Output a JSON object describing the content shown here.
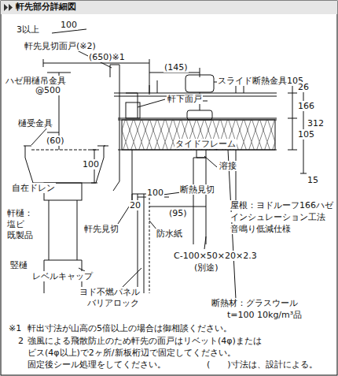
{
  "diagram": {
    "title": "軒先部分詳細図",
    "labels": [
      "3以上",
      "100",
      "軒先見切面戸(※2)",
      "(650)※1",
      "ハゼ用樋吊金具",
      "@500",
      "(145)",
      "スライド断熱金具105",
      "軒下面戸",
      "26",
      "樋受金具",
      "(60)",
      "166",
      "312",
      "タイドフレーム",
      "溶接",
      "105",
      "15",
      "100",
      "自在ドレン",
      "断熱見切",
      "(95)",
      "屋根：ヨドルーフ166ハゼ",
      "インシュレーション工法",
      "音鳴り低減仕様",
      "軒樋：",
      "塩ビ",
      "既製品",
      "軒先見切",
      "20",
      "100",
      "防水紙",
      "C-100×50×20×2.3",
      "(別途)",
      "竪樋",
      "レベルキャップ",
      "ヨド不燃パネル",
      "バリアロック",
      "断熱材：グラスウール",
      "t=100 10kg/m³品",
      "※1",
      "軒出寸法が山高の5倍以上の場合は御相談ください。",
      "2",
      "強風による飛散防止のため軒先の面戸はリベット(4φ)または",
      "ビス(4φ以上)で2ヶ所/新板桁辺で固定してください。",
      "固定後シール処理をしてください。",
      "(　　)寸法は、設計による。"
    ]
  }
}
